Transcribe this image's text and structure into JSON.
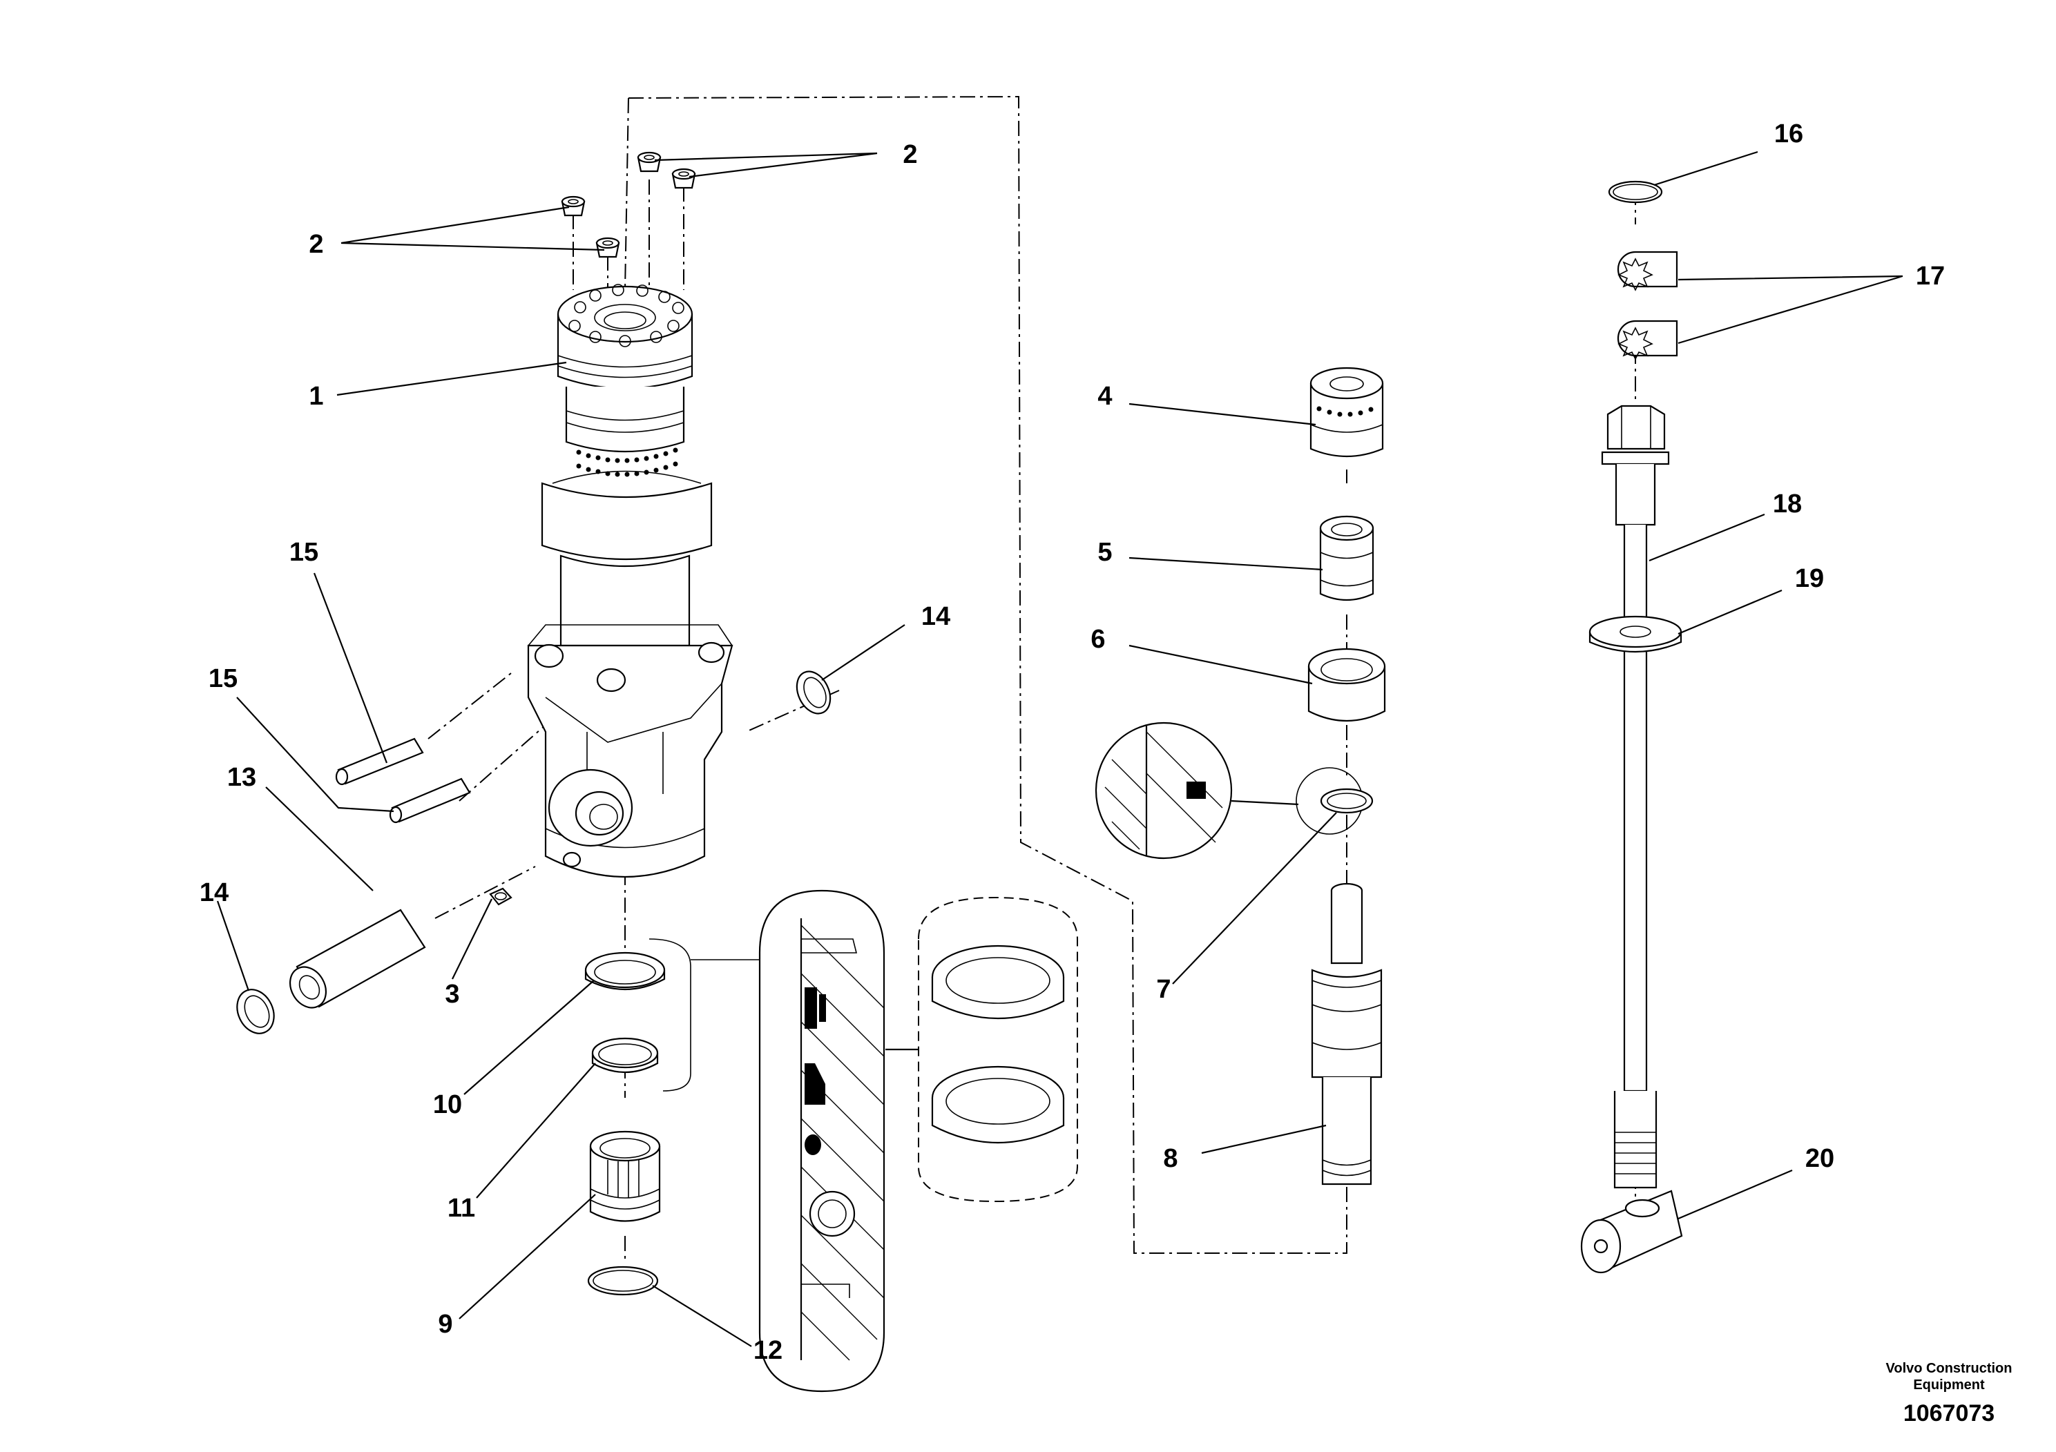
{
  "callouts": [
    "1",
    "2",
    "2",
    "3",
    "4",
    "5",
    "6",
    "7",
    "8",
    "9",
    "10",
    "11",
    "12",
    "13",
    "14",
    "14",
    "15",
    "15",
    "16",
    "17",
    "18",
    "19",
    "20"
  ],
  "footer": {
    "credit_line1": "Volvo Construction",
    "credit_line2": "Equipment",
    "document_number": "1067073"
  }
}
